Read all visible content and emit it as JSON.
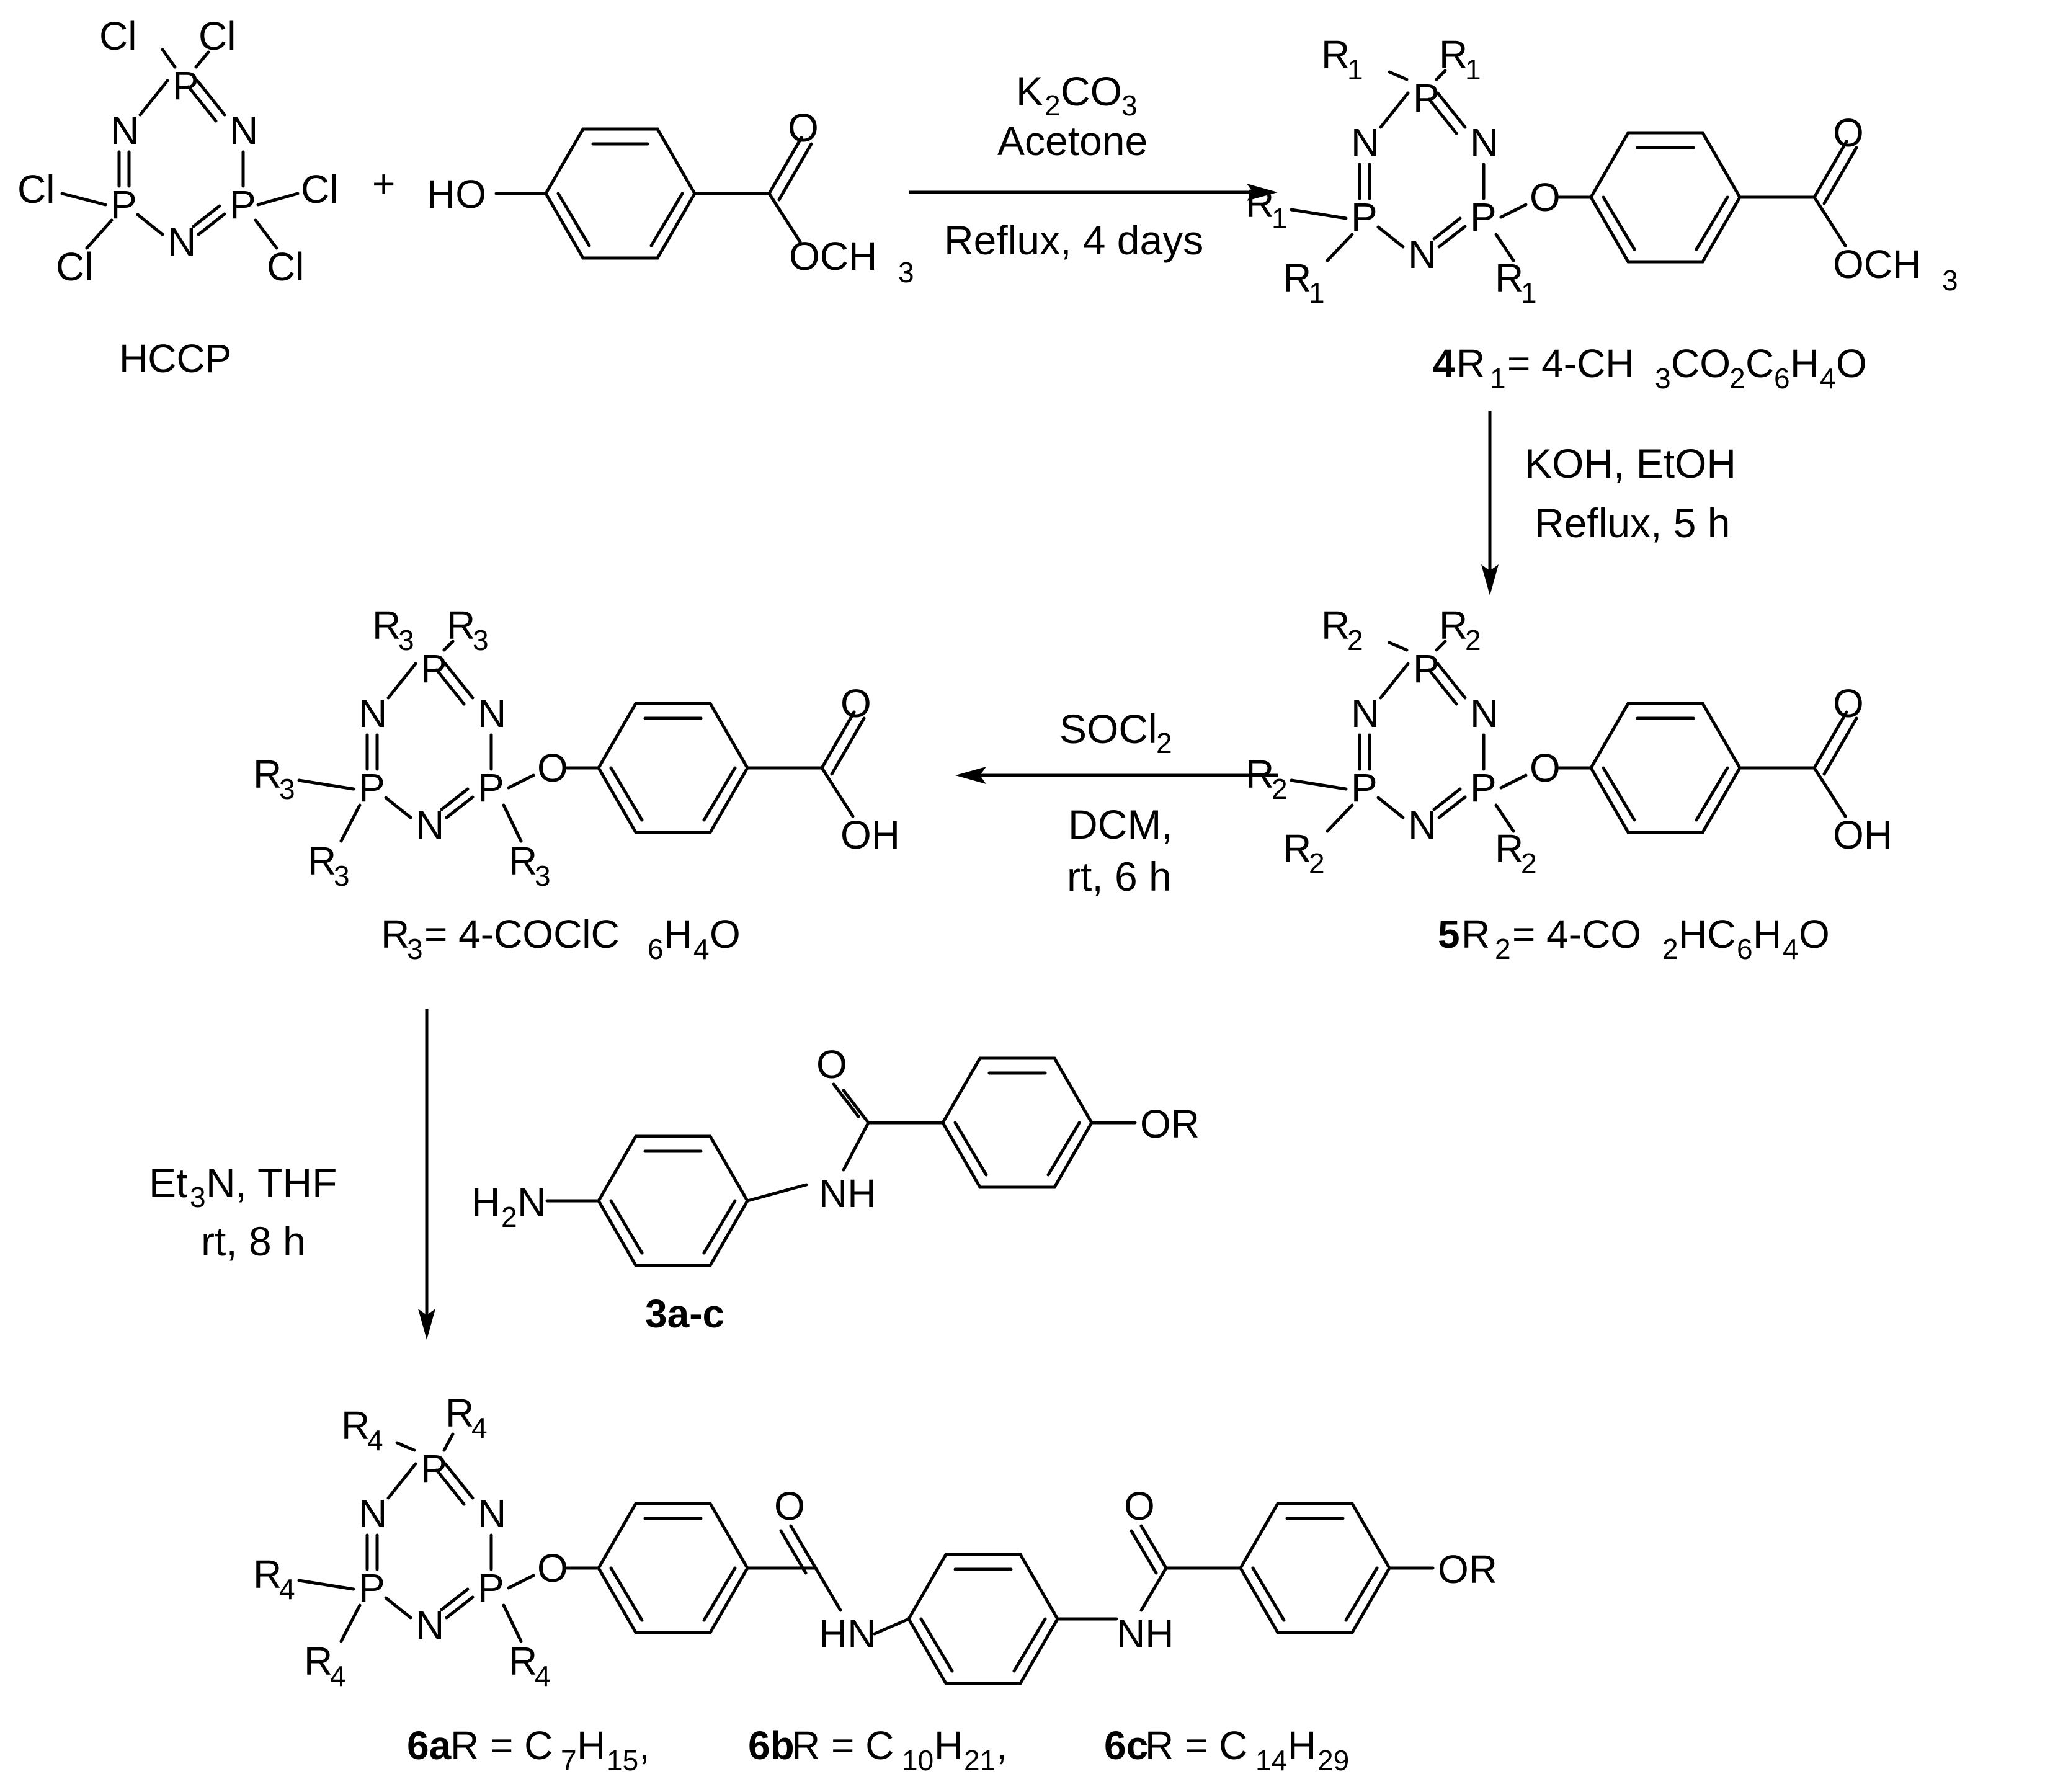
{
  "atoms": {
    "P": "P",
    "N": "N",
    "O": "O",
    "Cl": "Cl",
    "HO": "HO",
    "OCH": "OCH",
    "OH": "OH",
    "OR": "OR",
    "NH": "NH",
    "HN": "HN",
    "H": "H",
    "R": "R",
    "s1": "1",
    "s2": "2",
    "s3": "3",
    "s4": "4"
  },
  "compounds": {
    "hccp": "HCCP",
    "c4_num": "4",
    "c4_desc": " R",
    "c4_f1": " = 4-CH",
    "c4_f2": "CO",
    "c4_f3": "C",
    "c4_f4": "H",
    "c4_f5": "O",
    "c5_num": "5",
    "c5_desc": " R",
    "c5_f1": " = 4-CO",
    "c5_f2": "HC",
    "c5_f3": "H",
    "c5_f4": "O",
    "r3_f1": " = 4-COClC",
    "r3_f2": "H",
    "r3_f3": "O",
    "c3_num": "3a-c",
    "c6a": "6a",
    "c6b": "6b",
    "c6c": "6c",
    "c6_eq": " R = C",
    "c6_sep": ", ",
    "c6a_n1": "7",
    "c6a_n2": "15",
    "c6b_n1": "10",
    "c6b_n2": "21",
    "c6c_n1": "14",
    "c6c_n2": "29",
    "plus": "+",
    "sub_2": "2",
    "sub_3": "3",
    "sub_4": "4",
    "sub_6": "6"
  },
  "conditions": {
    "step1": {
      "line1a": "K",
      "line1b": "CO",
      "line2": "Acetone",
      "line3": "Reflux, 4 days"
    },
    "step2": {
      "line1": "KOH, EtOH",
      "line2": "Reflux, 5 h"
    },
    "step3": {
      "line1a": "SOCl",
      "line2": "DCM,",
      "line3": "rt, 6 h"
    },
    "step4": {
      "line1a": "Et",
      "line1b": "N, THF",
      "line2": "rt, 8 h"
    }
  }
}
